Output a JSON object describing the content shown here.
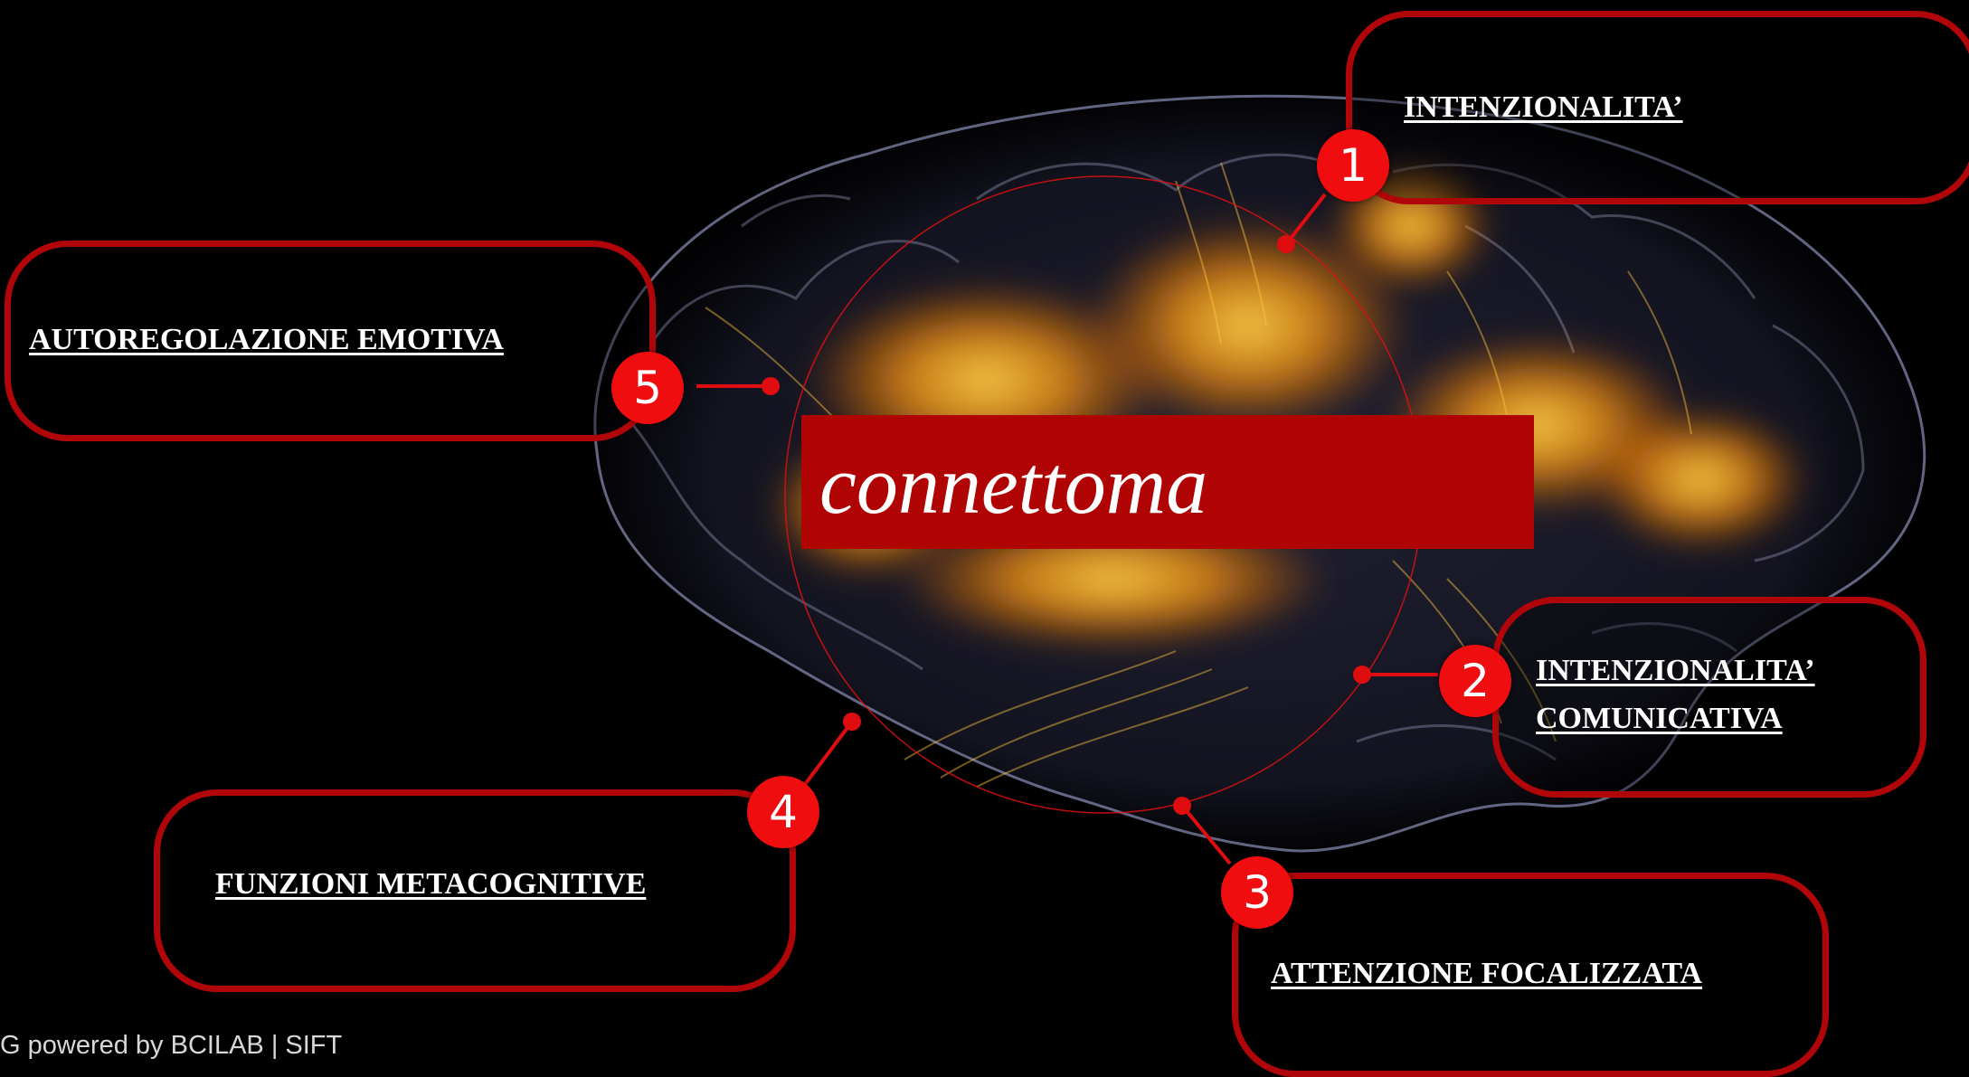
{
  "diagram": {
    "center_title": "connettoma",
    "nodes": [
      {
        "number": "1",
        "label": "INTENZIONALITA’"
      },
      {
        "number": "2",
        "label_line1": "INTENZIONALITA’",
        "label_line2": "COMUNICATIVA"
      },
      {
        "number": "3",
        "label": "ATTENZIONE FOCALIZZATA"
      },
      {
        "number": "4",
        "label": "FUNZIONI METACOGNITIVE"
      },
      {
        "number": "5",
        "label": "AUTOREGOLAZIONE EMOTIVA"
      }
    ]
  },
  "footer": {
    "credit": "G powered by BCILAB | SIFT"
  },
  "colors": {
    "accent": "#f00d10",
    "frame": "#b0060a",
    "title_box": "#b00404",
    "glow": "#ff9a10",
    "background": "#000000"
  }
}
